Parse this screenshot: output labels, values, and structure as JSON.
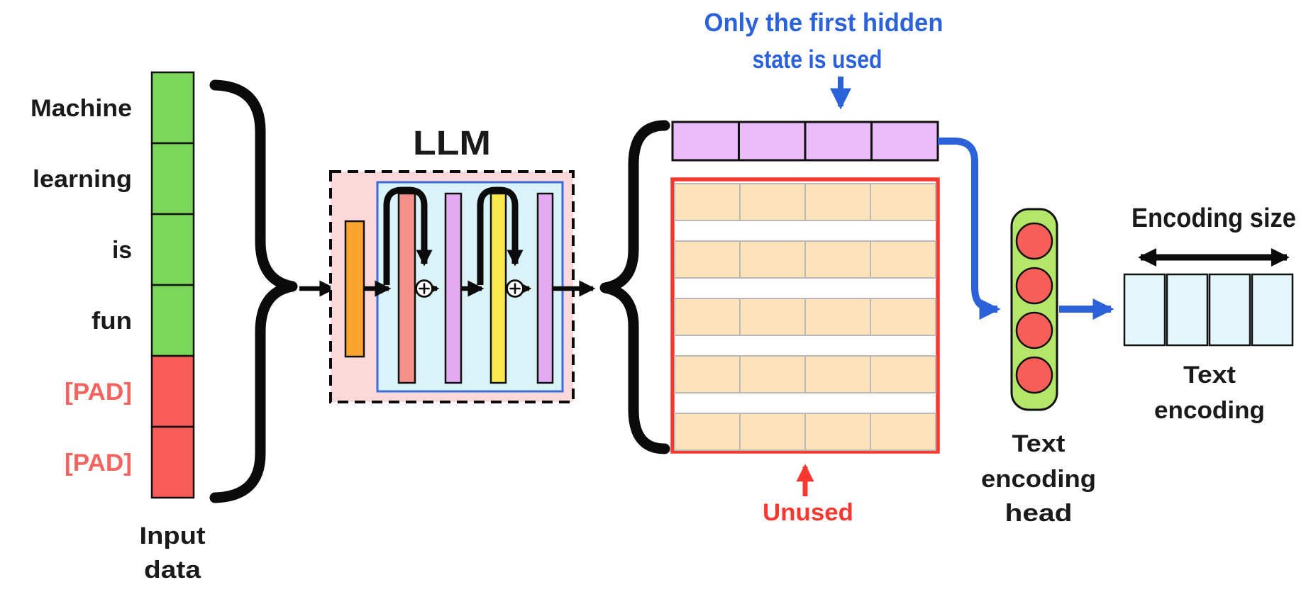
{
  "input_tokens": [
    {
      "label": "Machine",
      "type": "token"
    },
    {
      "label": "learning",
      "type": "token"
    },
    {
      "label": "is",
      "type": "token"
    },
    {
      "label": "fun",
      "type": "token"
    },
    {
      "label": "[PAD]",
      "type": "pad"
    },
    {
      "label": "[PAD]",
      "type": "pad"
    }
  ],
  "input_caption": {
    "line1": "Input",
    "line2": "data"
  },
  "llm": {
    "title": "LLM"
  },
  "hidden": {
    "annotation_line1": "Only the first hidden",
    "annotation_line2": "state is used",
    "unused_label": "Unused"
  },
  "head_caption": {
    "line1": "Text",
    "line2": "encoding",
    "line3": "head"
  },
  "output_caption": {
    "line1": "Text",
    "line2": "encoding"
  },
  "encoding_size_label": "Encoding size",
  "structure": {
    "input_token_count": 6,
    "pad_token_count": 2,
    "hidden_state_cells": 4,
    "unused_grid_rows": 5,
    "unused_grid_cols": 4,
    "head_neurons": 4,
    "encoding_cells": 4
  },
  "colors": {
    "token_green": "#7cd65a",
    "token_red": "#f85c56",
    "pad_text": "#f4645f",
    "llm_bg_pink": "#fbd8da",
    "llm_inner_cyan": "#d9f3f9",
    "llm_inner_border_blue": "#3f6ad8",
    "bar_orange": "#f8a42e",
    "bar_salmon": "#f4908a",
    "bar_purple": "#e3aaf1",
    "bar_yellow": "#fae94e",
    "hidden_purple": "#e9bbf7",
    "grid_cell_orange": "#fde2ba",
    "grid_border_red": "#f8372f",
    "annotation_blue": "#2b62d9",
    "head_green": "#b4e669",
    "neuron_red": "#f85e58",
    "encoding_cyan": "#e3f7fb"
  }
}
